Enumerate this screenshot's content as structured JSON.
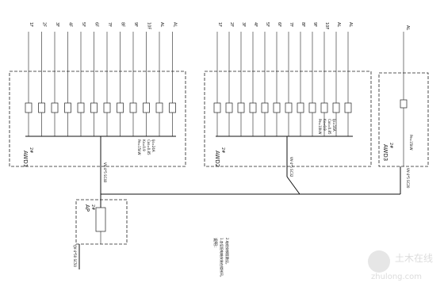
{
  "panels": {
    "awd1": {
      "name": "AWD1",
      "floor": "2#",
      "feeder": "VV-4*5  SC40"
    },
    "awd2": {
      "name": "AWD2",
      "floor": "2#",
      "feeder": "VV-4*5  SC32"
    },
    "awd3": {
      "name": "AWD3",
      "floor": "2#",
      "feeder": "VV-4*5  SC20"
    },
    "ap": {
      "name": "AP",
      "floor": "2#",
      "incoming": "YJV-4*50  SC50"
    }
  },
  "power_notes": {
    "awd1": [
      "Pe=15kW",
      "Kx=0.9",
      "Cos=0.85",
      "Ijs=24A"
    ],
    "awd2": [
      "Pe=10kW",
      "Kx=0.9",
      "Cos=0.85",
      "Ijs=16A"
    ],
    "awd3": "Pe=15kW"
  },
  "circuit_tags": {
    "awd1": [
      "1F",
      "2F",
      "3F",
      "4F",
      "5F",
      "6F",
      "7F",
      "8F",
      "9F",
      "10F",
      "AL",
      "AL"
    ],
    "awd2": [
      "1F",
      "2F",
      "3F",
      "4F",
      "5F",
      "6F",
      "7F",
      "8F",
      "9F",
      "10F",
      "AL",
      "AL"
    ],
    "awd3": "AL"
  },
  "notes": {
    "title": "说明：",
    "items": [
      "1.各层配电箱安装在楼梯间。",
      "2.电缆穿钢管敷设。"
    ]
  },
  "watermark": {
    "logo": "土木在线",
    "url": "zhulong.com"
  },
  "colors": {
    "line": "#111111",
    "background": "#ffffff"
  }
}
